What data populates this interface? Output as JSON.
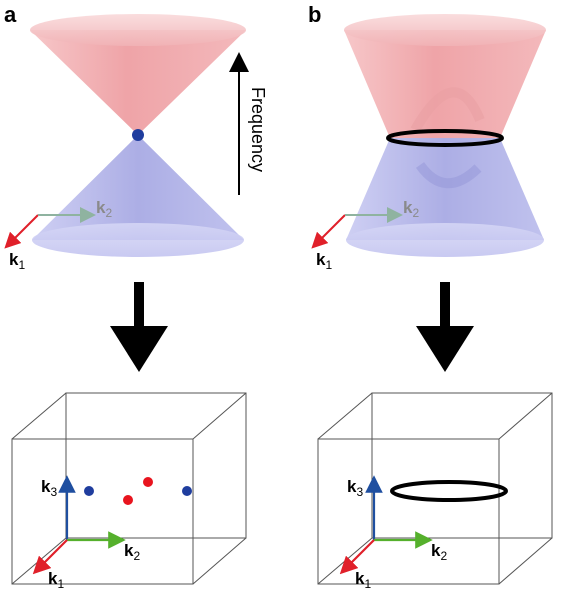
{
  "panels": [
    {
      "label": "a"
    },
    {
      "label": "b"
    }
  ],
  "frequency_label": "Frequency",
  "axes": {
    "k": "k",
    "sub1": "1",
    "sub2": "2",
    "sub3": "3"
  },
  "colors": {
    "upper_cone": "#f0a5a8",
    "lower_cone": "#a8aae6",
    "node_point": "#1f3d9e",
    "weyl_red": "#e8141e",
    "weyl_blue": "#1f3d9e",
    "axis_k1": "#e0202a",
    "axis_k2": "#55b02c",
    "axis_k3": "#1f4fa0",
    "nodal_ring": "#000000"
  }
}
